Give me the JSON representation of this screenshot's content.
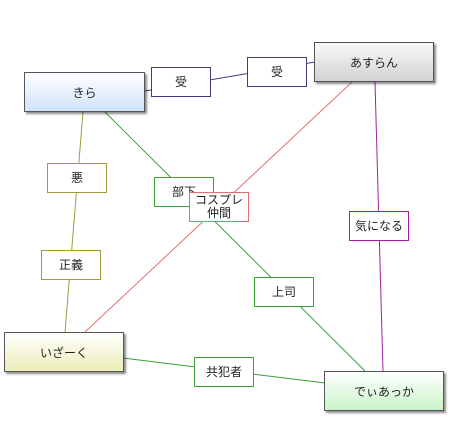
{
  "nodes": {
    "kira": "きら",
    "asuran": "あすらん",
    "izaku": "いざーく",
    "deaka": "でぃあっか"
  },
  "labels": {
    "uke_1": "受",
    "uke_2": "受",
    "aku": "悪",
    "seigi": "正義",
    "buka": "部下",
    "cosplay": "コスプレ仲間",
    "ki_ni_naru": "気になる",
    "joushi": "上司",
    "kyouhansha": "共犯者"
  },
  "colors": {
    "navy": "#3d3d7a",
    "olive": "#a09a3a",
    "green": "#3aa03a",
    "red": "#e07070",
    "purple": "#a020a0"
  }
}
